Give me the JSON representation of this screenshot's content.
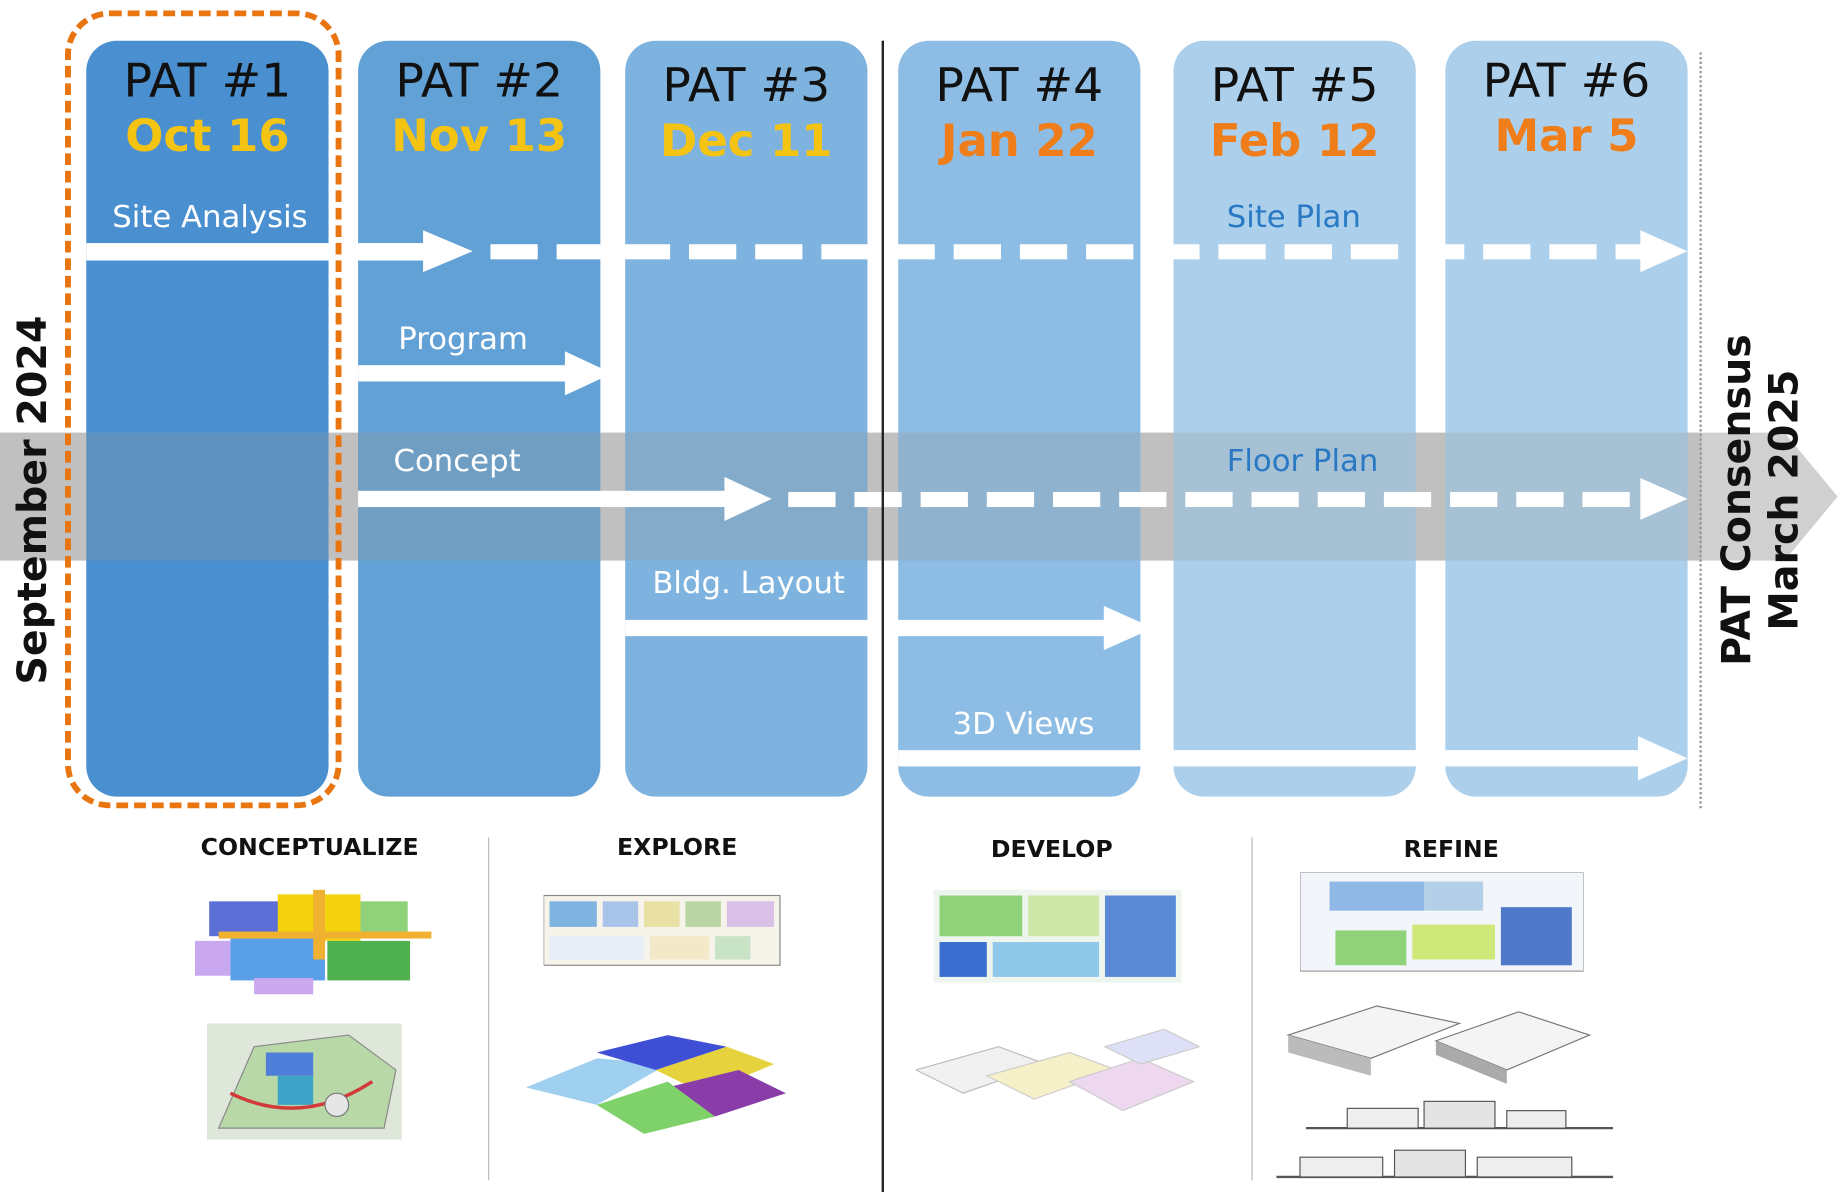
{
  "columns": [
    {
      "title": "PAT #1",
      "date": "Oct 16"
    },
    {
      "title": "PAT #2",
      "date": "Nov 13"
    },
    {
      "title": "PAT #3",
      "date": "Dec 11"
    },
    {
      "title": "PAT #4",
      "date": "Jan 22"
    },
    {
      "title": "PAT #5",
      "date": "Feb 12"
    },
    {
      "title": "PAT #6",
      "date": "Mar 5"
    }
  ],
  "rows": {
    "site_analysis": "Site Analysis",
    "site_plan": "Site Plan",
    "program": "Program",
    "concept": "Concept",
    "floor_plan": "Floor Plan",
    "bldg_layout": "Bldg. Layout",
    "views_3d": "3D Views"
  },
  "side": {
    "start": "September 2024",
    "end_line1": "PAT Consensus",
    "end_line2": "March 2025"
  },
  "phases": {
    "conceptualize": "CONCEPTUALIZE",
    "explore": "EXPLORE",
    "develop": "DEVELOP",
    "refine": "REFINE"
  },
  "colors": {
    "col1": "#4a8fcf",
    "col2": "#62a1d5",
    "col3": "#7db3de",
    "col4": "#8dbde4",
    "col5": "#acd0ec",
    "col6": "#acd0ec",
    "date_yellow": "#f5c311",
    "date_orange": "#ef7d1a",
    "dashed_outline": "#e8750f",
    "label_blue": "#2979c4"
  }
}
